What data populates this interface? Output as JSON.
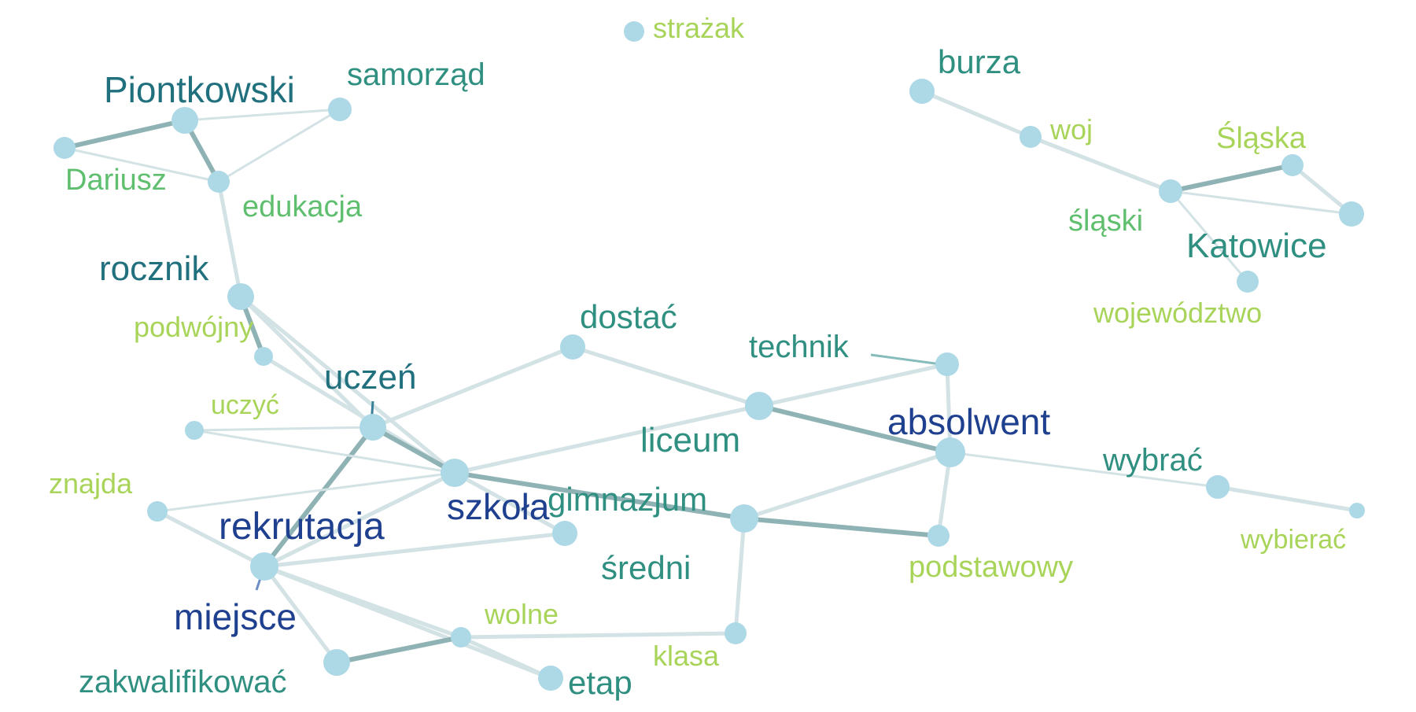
{
  "graph": {
    "palette": {
      "node_fill": "#add8e6",
      "edge_strong": "#8fb3b5",
      "edge_weak": "#d3e2e4",
      "label_lime": "#a8d45a",
      "label_green": "#5fbf6f",
      "label_teal": "#2f8f80",
      "label_darkteal": "#21707e",
      "label_navy": "#1f3f8f"
    },
    "nodes": [
      {
        "id": "strazak",
        "label": "strażak",
        "color": "label_lime"
      },
      {
        "id": "samorzad",
        "label": "samorząd",
        "color": "label_teal"
      },
      {
        "id": "piontkowski",
        "label": "Piontkowski",
        "color": "label_darkteal"
      },
      {
        "id": "dariusz",
        "label": "Dariusz",
        "color": "label_green"
      },
      {
        "id": "edukacja",
        "label": "edukacja",
        "color": "label_green"
      },
      {
        "id": "rocznik",
        "label": "rocznik",
        "color": "label_darkteal"
      },
      {
        "id": "podwojny",
        "label": "podwójny",
        "color": "label_lime"
      },
      {
        "id": "uczen",
        "label": "uczeń",
        "color": "label_darkteal"
      },
      {
        "id": "uczyc",
        "label": "uczyć",
        "color": "label_lime"
      },
      {
        "id": "znajda",
        "label": "znajda",
        "color": "label_lime"
      },
      {
        "id": "szkola",
        "label": "szkoła",
        "color": "label_navy"
      },
      {
        "id": "rekrutacja",
        "label": "rekrutacja",
        "color": "label_navy"
      },
      {
        "id": "miejsce",
        "label": "miejsce",
        "color": "label_navy"
      },
      {
        "id": "sredni",
        "label": "średni",
        "color": "label_teal"
      },
      {
        "id": "gimnazjum",
        "label": "gimnazjum",
        "color": "label_teal"
      },
      {
        "id": "dostac",
        "label": "dostać",
        "color": "label_teal"
      },
      {
        "id": "liceum",
        "label": "liceum",
        "color": "label_teal"
      },
      {
        "id": "technik",
        "label": "technik",
        "color": "label_teal"
      },
      {
        "id": "absolwent",
        "label": "absolwent",
        "color": "label_navy"
      },
      {
        "id": "podstawowy",
        "label": "podstawowy",
        "color": "label_lime"
      },
      {
        "id": "wybrac",
        "label": "wybrać",
        "color": "label_teal"
      },
      {
        "id": "wybierac",
        "label": "wybierać",
        "color": "label_lime"
      },
      {
        "id": "zakwalifikowac",
        "label": "zakwalifikować",
        "color": "label_teal"
      },
      {
        "id": "wolne",
        "label": "wolne",
        "color": "label_lime"
      },
      {
        "id": "etap",
        "label": "etap",
        "color": "label_teal"
      },
      {
        "id": "klasa",
        "label": "klasa",
        "color": "label_lime"
      },
      {
        "id": "burza",
        "label": "burza",
        "color": "label_teal"
      },
      {
        "id": "woj",
        "label": "woj",
        "color": "label_lime"
      },
      {
        "id": "slaska",
        "label": "Śląska",
        "color": "label_lime"
      },
      {
        "id": "slaski",
        "label": "śląski",
        "color": "label_green"
      },
      {
        "id": "katowice",
        "label": "Katowice",
        "color": "label_teal"
      },
      {
        "id": "wojewodztwo",
        "label": "województwo",
        "color": "label_lime"
      }
    ],
    "edges": [
      {
        "s": "dariusz",
        "t": "piontkowski",
        "weight": 3
      },
      {
        "s": "dariusz",
        "t": "edukacja",
        "weight": 1
      },
      {
        "s": "piontkowski",
        "t": "samorzad",
        "weight": 1
      },
      {
        "s": "piontkowski",
        "t": "edukacja",
        "weight": 3
      },
      {
        "s": "edukacja",
        "t": "samorzad",
        "weight": 1
      },
      {
        "s": "edukacja",
        "t": "rocznik",
        "weight": 2
      },
      {
        "s": "rocznik",
        "t": "podwojny",
        "weight": 3
      },
      {
        "s": "rocznik",
        "t": "uczen",
        "weight": 2
      },
      {
        "s": "rocznik",
        "t": "szkola",
        "weight": 2
      },
      {
        "s": "podwojny",
        "t": "szkola",
        "weight": 2
      },
      {
        "s": "uczen",
        "t": "uczyc",
        "weight": 1
      },
      {
        "s": "uczen",
        "t": "szkola",
        "weight": 3
      },
      {
        "s": "uczen",
        "t": "rekrutacja",
        "weight": 3
      },
      {
        "s": "uczen",
        "t": "dostac",
        "weight": 2
      },
      {
        "s": "uczyc",
        "t": "szkola",
        "weight": 1
      },
      {
        "s": "znajda",
        "t": "szkola",
        "weight": 1
      },
      {
        "s": "znajda",
        "t": "miejsce",
        "weight": 2
      },
      {
        "s": "szkola",
        "t": "miejsce",
        "weight": 2
      },
      {
        "s": "szkola",
        "t": "rekrutacja",
        "weight": 2
      },
      {
        "s": "szkola",
        "t": "gimnazjum",
        "weight": 3
      },
      {
        "s": "szkola",
        "t": "sredni",
        "weight": 2
      },
      {
        "s": "szkola",
        "t": "liceum",
        "weight": 2
      },
      {
        "s": "dostac",
        "t": "liceum",
        "weight": 2
      },
      {
        "s": "liceum",
        "t": "technik",
        "weight": 2
      },
      {
        "s": "liceum",
        "t": "absolwent",
        "weight": 3
      },
      {
        "s": "technik",
        "t": "absolwent",
        "weight": 2
      },
      {
        "s": "gimnazjum",
        "t": "absolwent",
        "weight": 2
      },
      {
        "s": "gimnazjum",
        "t": "podstawowy",
        "weight": 3
      },
      {
        "s": "gimnazjum",
        "t": "klasa",
        "weight": 2
      },
      {
        "s": "absolwent",
        "t": "podstawowy",
        "weight": 2
      },
      {
        "s": "absolwent",
        "t": "wybrac",
        "weight": 1
      },
      {
        "s": "wybrac",
        "t": "wybierac",
        "weight": 2
      },
      {
        "s": "rekrutacja",
        "t": "sredni",
        "weight": 2
      },
      {
        "s": "rekrutacja",
        "t": "zakwalifikowac",
        "weight": 2
      },
      {
        "s": "rekrutacja",
        "t": "wolne",
        "weight": 2
      },
      {
        "s": "rekrutacja",
        "t": "etap",
        "weight": 2
      },
      {
        "s": "miejsce",
        "t": "wolne",
        "weight": 2
      },
      {
        "s": "zakwalifikowac",
        "t": "wolne",
        "weight": 3
      },
      {
        "s": "wolne",
        "t": "etap",
        "weight": 2
      },
      {
        "s": "wolne",
        "t": "klasa",
        "weight": 2
      },
      {
        "s": "burza",
        "t": "woj",
        "weight": 2
      },
      {
        "s": "woj",
        "t": "slaski",
        "weight": 2
      },
      {
        "s": "slaski",
        "t": "slaska",
        "weight": 3
      },
      {
        "s": "slaski",
        "t": "katowice",
        "weight": 1
      },
      {
        "s": "slaski",
        "t": "wojewodztwo",
        "weight": 1
      },
      {
        "s": "slaska",
        "t": "katowice",
        "weight": 2
      }
    ]
  }
}
